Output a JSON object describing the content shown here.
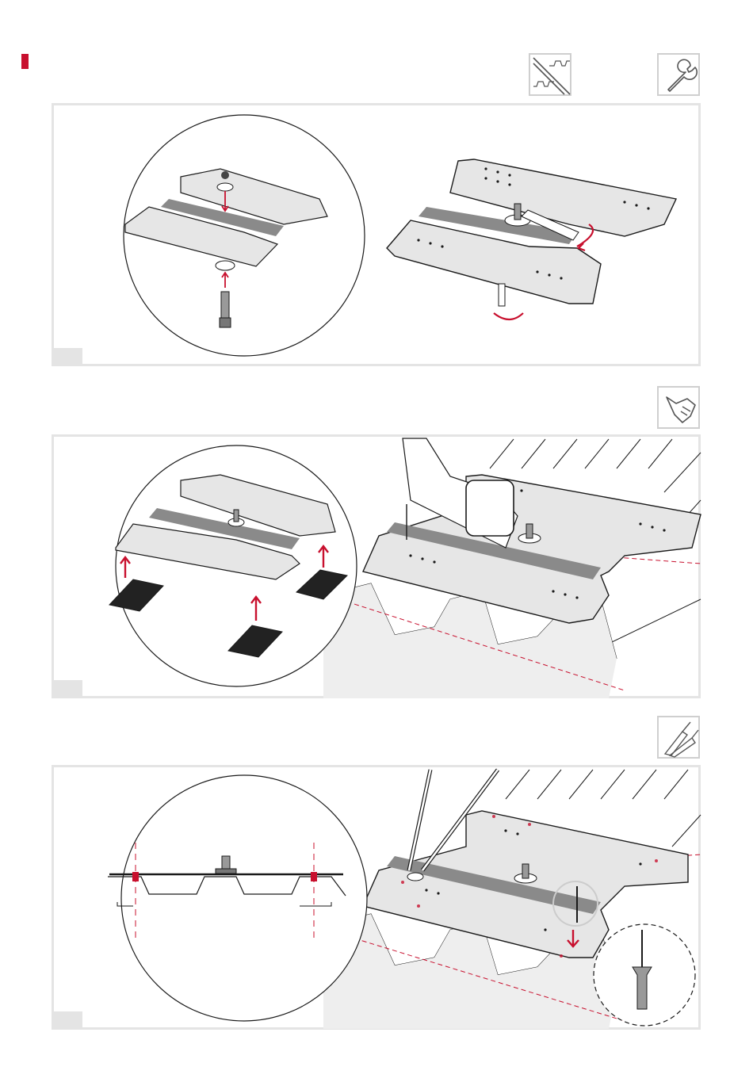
{
  "colors": {
    "accent": "#c8102e",
    "frame": "#e4e4e4",
    "plate": "#e6e6e6",
    "stroke": "#1a1a1a",
    "tape": "#222222"
  },
  "header_icons": [
    {
      "name": "roof-profile-icon"
    },
    {
      "name": "wrench-icon"
    }
  ],
  "steps": [
    {
      "tool_icon": "wrench-icon",
      "description": "bolt-and-washer-assembly-onto-plate"
    },
    {
      "tool_icon": "drill-icon",
      "description": "adhesive-strips-and-drilling-into-roof"
    },
    {
      "tool_icon": "rivet-gun-icon",
      "description": "riveting-plate-to-trapezoidal-sheet"
    }
  ]
}
